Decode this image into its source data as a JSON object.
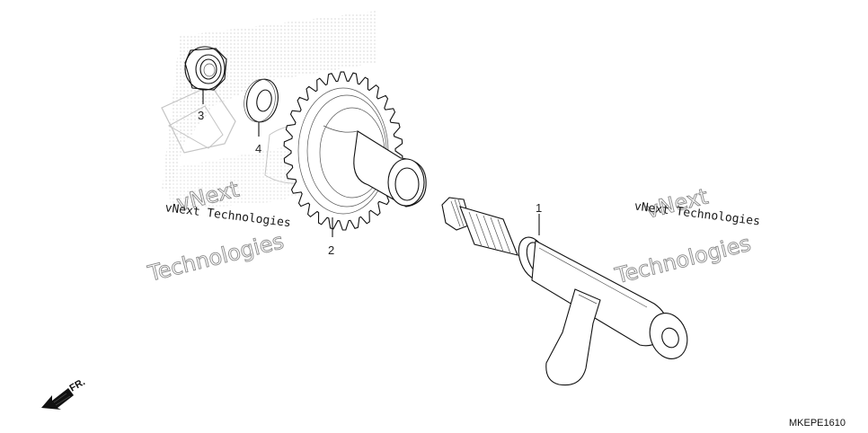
{
  "callouts": {
    "part1": "1",
    "part2": "2",
    "part3": "3",
    "part4": "4"
  },
  "watermarks": {
    "left_small": "vNext Technologies",
    "left_large_1": "vNext",
    "left_large_2": "Technologies",
    "right_small": "vNext Technologies",
    "right_large_1": "vNext",
    "right_large_2": "Technologies"
  },
  "direction_label": "FR.",
  "diagram_code": "MKEPE1610",
  "colors": {
    "line": "#111111",
    "stipple": "#b5b5b5",
    "watermark_outline": "#8a8a8a"
  }
}
